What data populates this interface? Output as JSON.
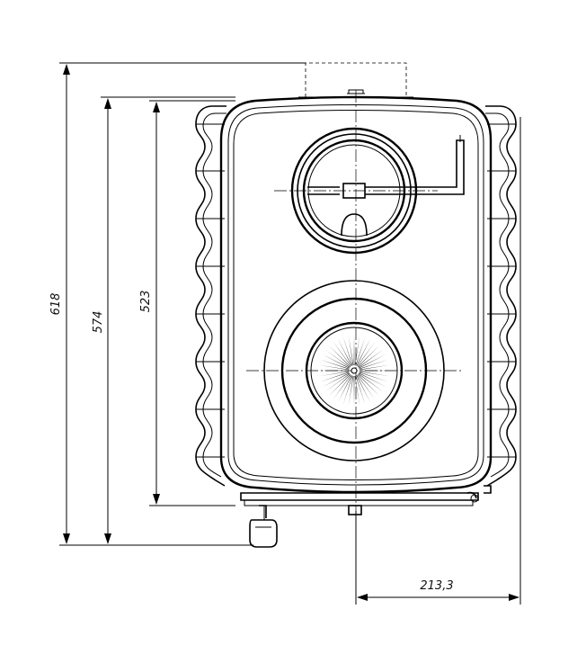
{
  "dimensions": {
    "total_height": "618",
    "body_height": "574",
    "front_height": "523",
    "half_width": "213,3"
  }
}
